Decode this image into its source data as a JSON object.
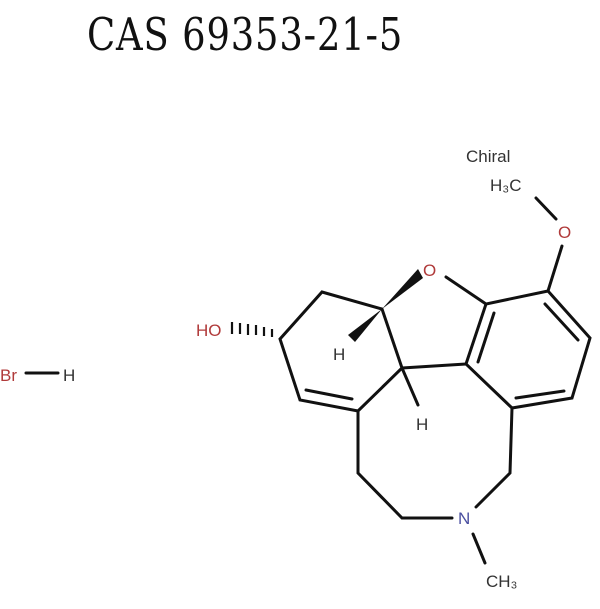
{
  "title": "CAS 69353-21-5",
  "molecule": {
    "chiral_label": "Chiral",
    "labels": {
      "h3c": "H₃C",
      "o_methoxy": "O",
      "o_ring": "O",
      "ho": "HO",
      "h1": "H",
      "h2": "H",
      "n": "N",
      "ch3": "CH₃"
    },
    "salt": {
      "br": "Br",
      "h": "H"
    },
    "colors": {
      "bond": "#111111",
      "oxygen": "#b03a3a",
      "nitrogen": "#4a4fa0",
      "text": "#333333"
    }
  }
}
